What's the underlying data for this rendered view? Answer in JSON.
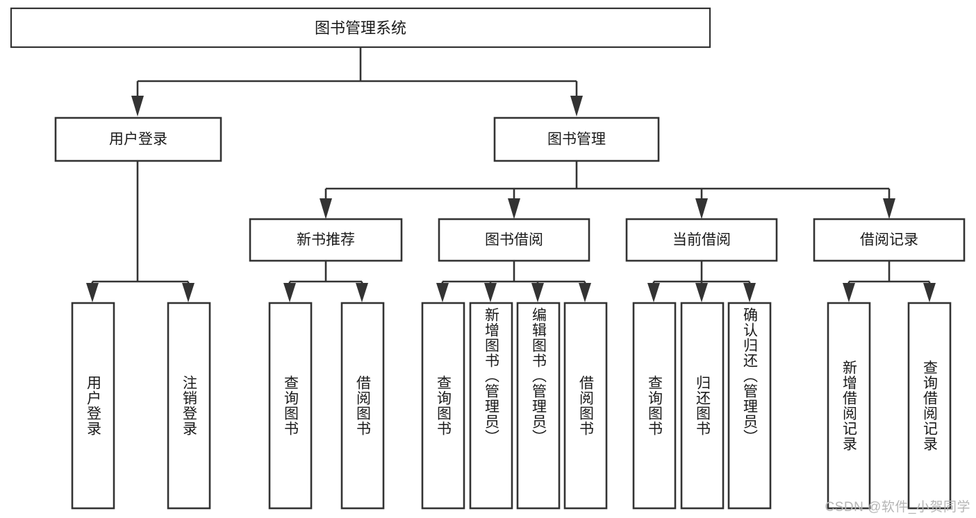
{
  "diagram": {
    "title": "图书管理系统",
    "type": "tree-hierarchy-diagram",
    "watermark": "CSDN @软件_小贺同学",
    "colors": {
      "stroke": "#333333",
      "fill": "#ffffff",
      "text": "#1a1a1a",
      "watermark": "#b6b6b6"
    },
    "root": {
      "label": "图书管理系统"
    },
    "level2": [
      {
        "label": "用户登录"
      },
      {
        "label": "图书管理"
      }
    ],
    "level3": [
      {
        "label": "新书推荐"
      },
      {
        "label": "图书借阅"
      },
      {
        "label": "当前借阅"
      },
      {
        "label": "借阅记录"
      }
    ],
    "leaves": {
      "user_login": [
        {
          "label": "用户登录"
        },
        {
          "label": "注销登录"
        }
      ],
      "new_book_recommend": [
        {
          "label": "查询图书"
        },
        {
          "label": "借阅图书"
        }
      ],
      "book_borrow": [
        {
          "label": "查询图书"
        },
        {
          "label": "新增图书（管理员）"
        },
        {
          "label": "编辑图书（管理员）"
        },
        {
          "label": "借阅图书"
        }
      ],
      "current_borrow": [
        {
          "label": "查询图书"
        },
        {
          "label": "归还图书"
        },
        {
          "label": "确认归还（管理员）"
        }
      ],
      "borrow_record": [
        {
          "label": "新增借阅记录"
        },
        {
          "label": "查询借阅记录"
        }
      ]
    }
  }
}
